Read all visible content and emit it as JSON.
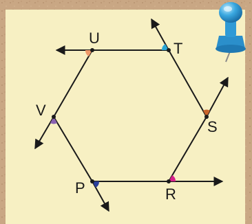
{
  "diagram": {
    "vertices": [
      {
        "id": "U",
        "label": "U"
      },
      {
        "id": "T",
        "label": "T"
      },
      {
        "id": "S",
        "label": "S"
      },
      {
        "id": "R",
        "label": "R"
      },
      {
        "id": "P",
        "label": "P"
      },
      {
        "id": "V",
        "label": "V"
      }
    ],
    "exterior_angle_colors": {
      "U": "#ef9a6a",
      "T": "#2aa7d6",
      "S": "#c8642a",
      "R": "#d6208a",
      "P": "#2a3f9a",
      "V": "#8a62b2"
    },
    "colors": {
      "board": "#c9a784",
      "paper": "#f7f0c3",
      "line": "#1a1a1a",
      "pin": "#3aa8e0"
    }
  }
}
